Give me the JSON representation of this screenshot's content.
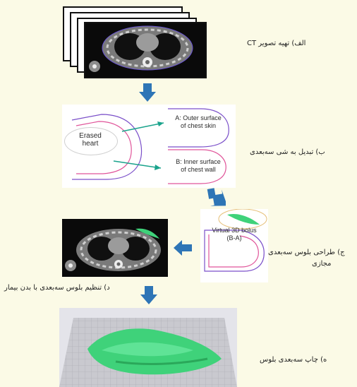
{
  "steps": {
    "a": "الف)  تهیه تصویر CT",
    "b": "ب)  تبدیل به شی سه‌بعدی",
    "c_line1": "ج) طراحی بلوس سه‌بعدی",
    "c_line2": "مجازی",
    "d": "د) تنظیم بلوس سه‌بعدی با بدن بیمار",
    "e": "ه) چاپ سه‌بعدی بلوس"
  },
  "labels": {
    "erased_heart_1": "Erased",
    "erased_heart_2": "heart",
    "outer_1": "A: Outer surface",
    "outer_2": "of chest skin",
    "inner_1": "B: Inner surface",
    "inner_2": "of chest wall",
    "bolus_1": "Virtual 3D bolus",
    "bolus_2": "(B-A)"
  },
  "colors": {
    "background": "#fbfae6",
    "arrow": "#2e75b6",
    "pointer": "#1aa38c",
    "bolus": "#3fd27a",
    "outline_purple": "#7a4fc9",
    "outline_pink": "#e0559a"
  }
}
